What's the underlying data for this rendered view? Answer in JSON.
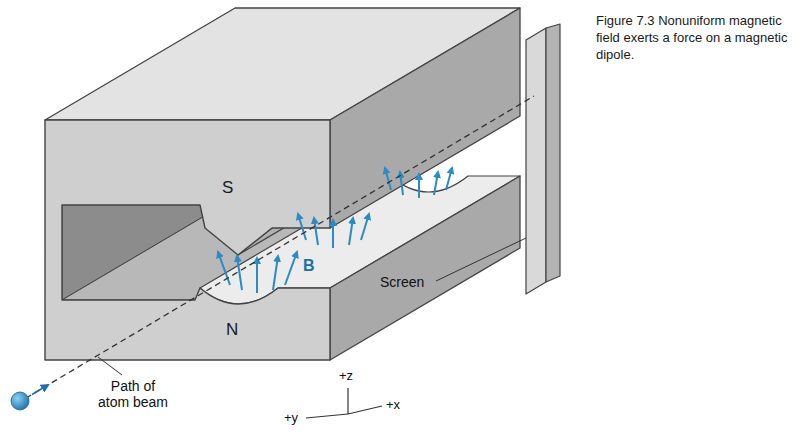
{
  "diagram": {
    "caption": "Figure 7.3 Nonuniform magnetic field exerts a force on a magnetic dipole.",
    "labels": [
      "S",
      "N",
      "B",
      "Screen",
      "Path of atom beam",
      "+z",
      "+y",
      "+x"
    ]
  }
}
